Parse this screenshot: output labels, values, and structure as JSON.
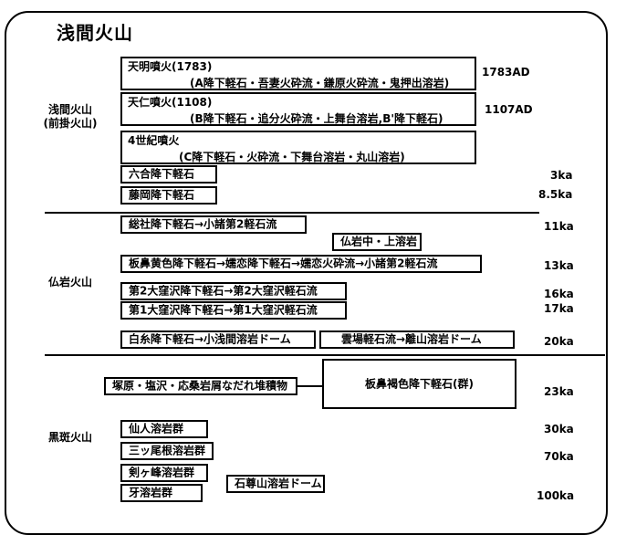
{
  "title": "浅間火山",
  "groups": [
    {
      "line1": "浅間火山",
      "line2": "(前掛火山)"
    },
    {
      "line1": "仏岩火山",
      "line2": ""
    },
    {
      "line1": "黒斑火山",
      "line2": ""
    }
  ],
  "events": [
    {
      "line1": "天明噴火(1783)",
      "line2": "(A降下軽石・吾妻火砕流・鎌原火砕流・鬼押出溶岩)",
      "age": "1783AD"
    },
    {
      "line1": "天仁噴火(1108)",
      "line2": "(B降下軽石・追分火砕流・上舞台溶岩,B'降下軽石)",
      "age": "1107AD"
    },
    {
      "line1": "4世紀噴火",
      "line2": "(C降下軽石・火砕流・下舞台溶岩・丸山溶岩)",
      "age": ""
    },
    {
      "label": "六合降下軽石",
      "age": "3ka"
    },
    {
      "label": "藤岡降下軽石",
      "age": "8.5ka"
    },
    {
      "label": "総社降下軽石→小諸第2軽石流",
      "age": "11ka"
    },
    {
      "label": "仏岩中・上溶岩",
      "age": ""
    },
    {
      "label": "板鼻黄色降下軽石→嬬恋降下軽石→嬬恋火砕流→小諸第2軽石流",
      "age": "13ka"
    },
    {
      "label": "第2大窪沢降下軽石→第2大窪沢軽石流",
      "age": "16ka"
    },
    {
      "label": "第1大窪沢降下軽石→第1大窪沢軽石流",
      "age": "17ka"
    },
    {
      "label": "白糸降下軽石→小浅間溶岩ドーム",
      "age": ""
    },
    {
      "label": "雲場軽石流→離山溶岩ドーム",
      "age": "20ka"
    },
    {
      "label": "塚原・塩沢・応桑岩屑なだれ堆積物",
      "age": ""
    },
    {
      "label": "板鼻褐色降下軽石(群)",
      "age": "23ka"
    },
    {
      "label": "仙人溶岩群",
      "age": "30ka"
    },
    {
      "label": "三ッ尾根溶岩群",
      "age": "70ka"
    },
    {
      "label": "剣ヶ峰溶岩群",
      "age": ""
    },
    {
      "label": "牙溶岩群",
      "age": "100ka"
    },
    {
      "label": "石尊山溶岩ドーム",
      "age": ""
    }
  ]
}
